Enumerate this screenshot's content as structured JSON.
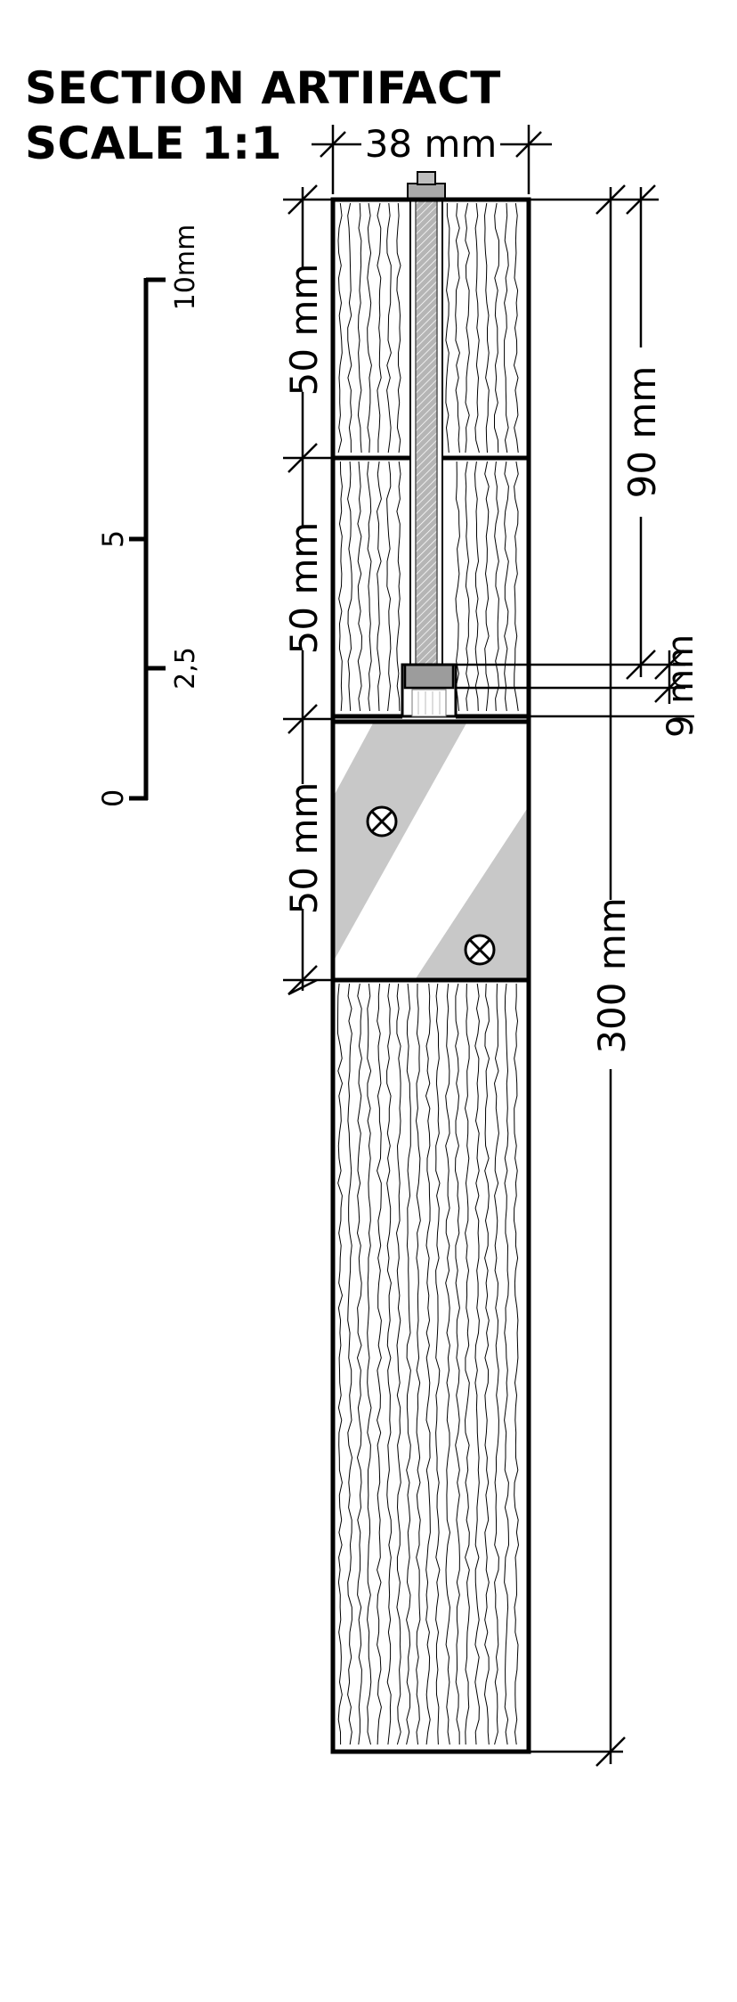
{
  "title": {
    "line1": "SECTION ARTIFACT",
    "line2": "SCALE 1:1"
  },
  "scale_bar": {
    "labels": [
      "0",
      "2,5",
      "5",
      "10mm"
    ]
  },
  "dimensions": {
    "width": "38 mm",
    "layer_top": "50 mm",
    "layer_middle": "50 mm",
    "layer_glass": "50 mm",
    "depth_bolt": "90 mm",
    "nut": "9 mm",
    "total": "300 mm"
  },
  "colors": {
    "line": "#000000",
    "glass_band": "#c8c8c8",
    "bolt": "#a8a8a8",
    "background": "#ffffff"
  }
}
